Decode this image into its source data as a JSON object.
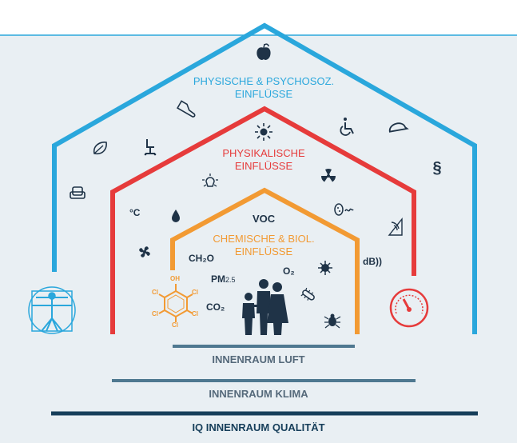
{
  "diagram": {
    "zones": [
      {
        "line1": "PHYSISCHE & PSYCHOSOZ.",
        "line2": "EINFLÜSSE"
      },
      {
        "line1": "PHYSIKALISCHE",
        "line2": "EINFLÜSSE"
      },
      {
        "line1": "CHEMISCHE & BIOL.",
        "line2": "EINFLÜSSE"
      }
    ],
    "chemicals": {
      "voc": "VOC",
      "ch2o": "CH₂O",
      "o2": "O₂",
      "pm": "PM",
      "pm_sub": "2.5",
      "co2": "CO₂",
      "celsius": "°C",
      "db": "dB))"
    },
    "molecule": {
      "oh": "OH",
      "cl": "Cl"
    },
    "bars": [
      {
        "label": "INNENRAUM LUFT"
      },
      {
        "label": "INNENRAUM KLIMA"
      },
      {
        "label": "IQ INNENRAUM QUALITÄT"
      }
    ],
    "colors": {
      "blue": "#2aa7dc",
      "red": "#e63b3b",
      "orange": "#f29a33",
      "dark_navy": "#1f3347",
      "bar_light": "#4f7890",
      "bar_dark": "#163e5a"
    },
    "icons": [
      "apple-icon",
      "shoe-icon",
      "leaf-icon",
      "office-chair-icon",
      "wheelchair-icon",
      "helmet-icon",
      "paragraph-icon",
      "armchair-icon",
      "sun-icon",
      "radiation-icon",
      "lamp-icon",
      "water-drop-icon",
      "fan-icon",
      "signal-icon",
      "mold-icon",
      "bacteria-icon",
      "mite-icon",
      "virus-icon",
      "family-icon",
      "vitruvian-man-icon",
      "gauge-icon",
      "benzene-molecule-icon"
    ]
  }
}
